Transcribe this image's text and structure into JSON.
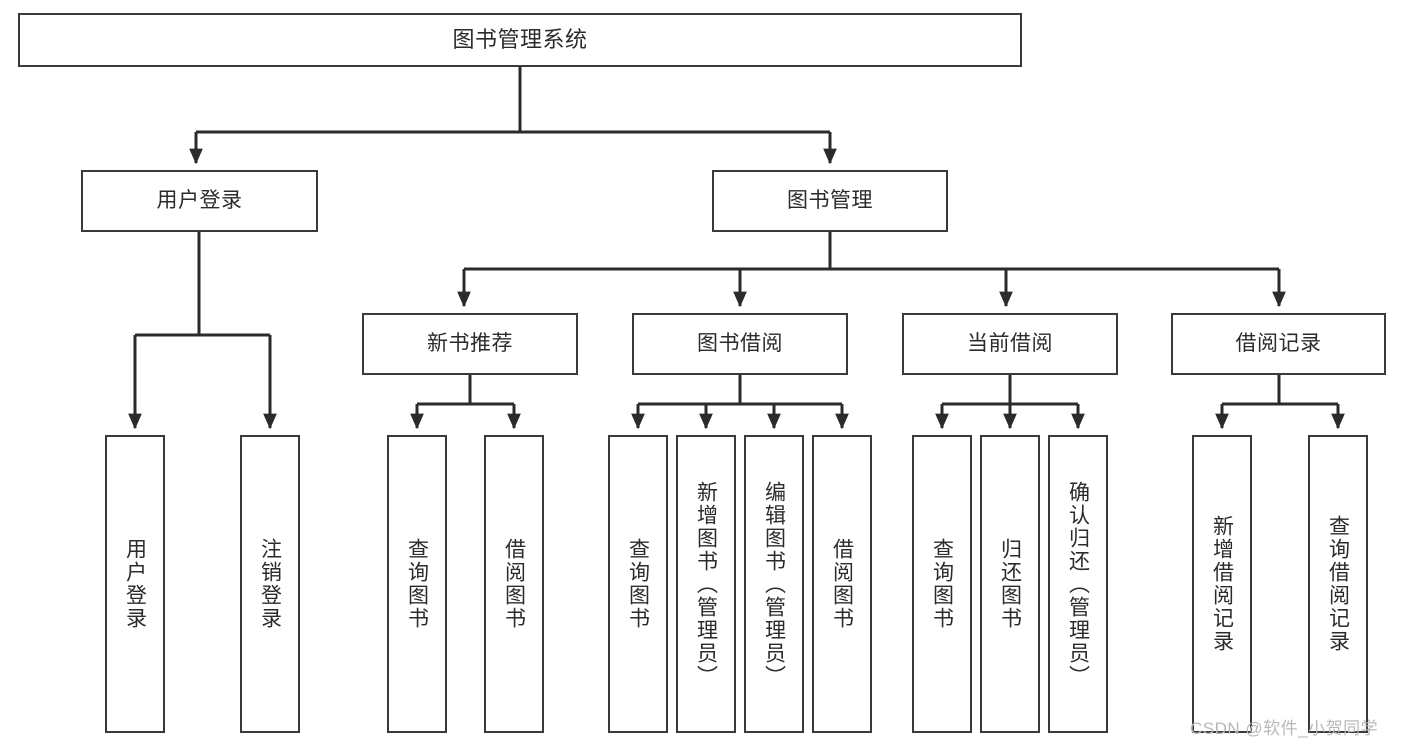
{
  "diagram": {
    "title": "图书管理系统",
    "type": "functional-structure-tree",
    "colors": {
      "box_border": "#3a3a3a",
      "box_fill": "#ffffff",
      "edge": "#2b2b2b",
      "text": "#2b2b2b",
      "watermark": "#b9b9b9",
      "background": "#ffffff"
    },
    "watermark": "CSDN @软件_小贺同学",
    "levels": {
      "root": {
        "label": "图书管理系统"
      },
      "level2": [
        {
          "id": "user-login",
          "label": "用户登录"
        },
        {
          "id": "book-manage",
          "label": "图书管理"
        }
      ],
      "level3": [
        {
          "id": "new-book-recommend",
          "label": "新书推荐",
          "parent": "book-manage"
        },
        {
          "id": "book-borrow",
          "label": "图书借阅",
          "parent": "book-manage"
        },
        {
          "id": "current-borrow",
          "label": "当前借阅",
          "parent": "book-manage"
        },
        {
          "id": "borrow-record",
          "label": "借阅记录",
          "parent": "book-manage"
        }
      ],
      "leaves": [
        {
          "id": "leaf-user-login",
          "label": "用户登录",
          "parent": "user-login"
        },
        {
          "id": "leaf-user-logout",
          "label": "注销登录",
          "parent": "user-login"
        },
        {
          "id": "leaf-query-book-1",
          "label": "查询图书",
          "parent": "new-book-recommend"
        },
        {
          "id": "leaf-borrow-book-1",
          "label": "借阅图书",
          "parent": "new-book-recommend"
        },
        {
          "id": "leaf-query-book-2",
          "label": "查询图书",
          "parent": "book-borrow"
        },
        {
          "id": "leaf-add-book",
          "label": "新增图书（管理员）",
          "parent": "book-borrow"
        },
        {
          "id": "leaf-edit-book",
          "label": "编辑图书（管理员）",
          "parent": "book-borrow"
        },
        {
          "id": "leaf-borrow-book-2",
          "label": "借阅图书",
          "parent": "book-borrow"
        },
        {
          "id": "leaf-query-book-3",
          "label": "查询图书",
          "parent": "current-borrow"
        },
        {
          "id": "leaf-return-book",
          "label": "归还图书",
          "parent": "current-borrow"
        },
        {
          "id": "leaf-confirm-return",
          "label": "确认归还（管理员）",
          "parent": "current-borrow"
        },
        {
          "id": "leaf-add-record",
          "label": "新增借阅记录",
          "parent": "borrow-record"
        },
        {
          "id": "leaf-query-record",
          "label": "查询借阅记录",
          "parent": "borrow-record"
        }
      ]
    }
  }
}
